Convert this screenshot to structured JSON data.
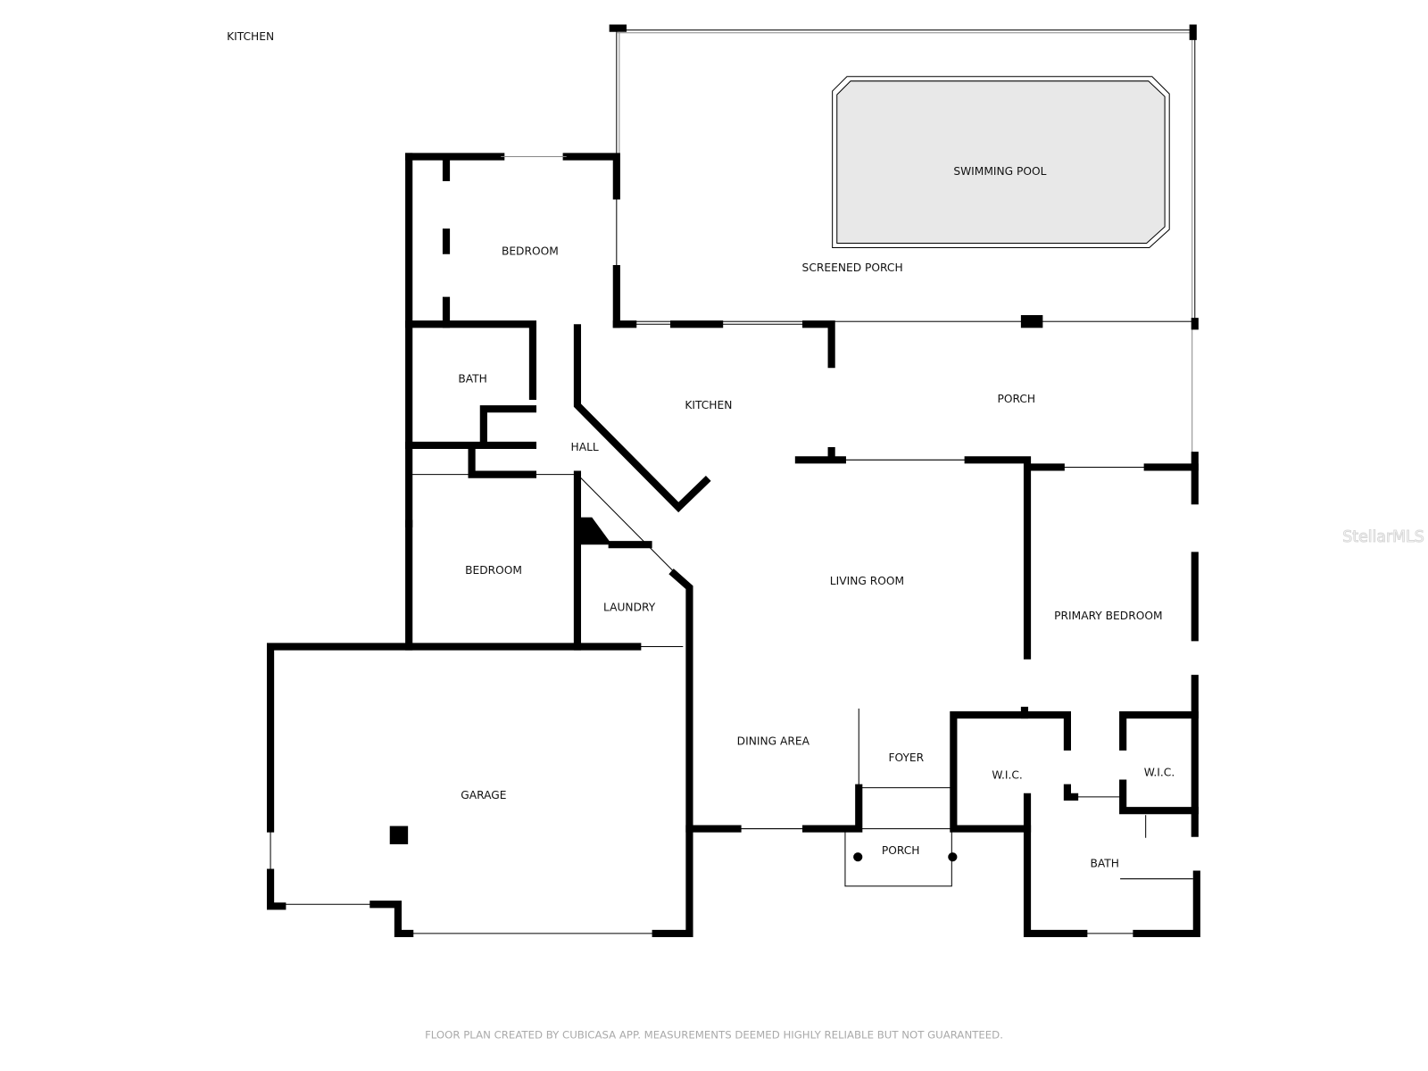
{
  "labels": {
    "corner": "KITCHEN",
    "swimming_pool": "SWIMMING POOL",
    "screened_porch": "SCREENED PORCH",
    "bedroom_1": "BEDROOM",
    "bath_1": "BATH",
    "hall": "HALL",
    "kitchen": "KITCHEN",
    "porch_rear": "PORCH",
    "bedroom_2": "BEDROOM",
    "laundry": "LAUNDRY",
    "living_room": "LIVING ROOM",
    "primary_bedroom": "PRIMARY BEDROOM",
    "dining_area": "DINING AREA",
    "foyer": "FOYER",
    "wic_1": "W.I.C.",
    "wic_2": "W.I.C.",
    "garage": "GARAGE",
    "porch_front": "PORCH",
    "bath_2": "BATH"
  },
  "watermark": "StellarMLS",
  "footer": "FLOOR PLAN CREATED BY CUBICASA APP. MEASUREMENTS DEEMED HIGHLY RELIABLE BUT NOT GUARANTEED.",
  "colors": {
    "walls": "#000000",
    "pool_fill": "#e8e8e8",
    "footer_text": "#aaaaaa"
  }
}
